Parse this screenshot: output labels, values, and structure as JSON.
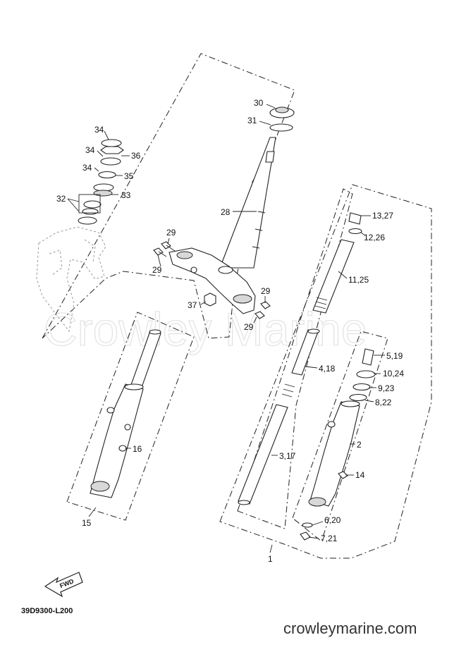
{
  "watermark": "Crowley Marine",
  "diagram_code": "39D9300-L200",
  "site_name": "crowleymarine.com",
  "fwd_label": "FWD",
  "callouts": {
    "c30": "30",
    "c31": "31",
    "c34a": "34",
    "c34b": "34",
    "c34c": "34",
    "c36": "36",
    "c35": "35",
    "c33": "33",
    "c32": "32",
    "c28": "28",
    "c29a": "29",
    "c29b": "29",
    "c29c": "29",
    "c29d": "29",
    "c37": "37",
    "c13_27": "13,27",
    "c12_26": "12,26",
    "c11_25": "11,25",
    "c4_18": "4,18",
    "c5_19": "5,19",
    "c10_24": "10,24",
    "c9_23": "9,23",
    "c8_22": "8,22",
    "c2": "2",
    "c14": "14",
    "c3_17": "3,17",
    "c16": "16",
    "c15": "15",
    "c6_20": "6,20",
    "c7_21": "7,21",
    "c1": "1"
  }
}
